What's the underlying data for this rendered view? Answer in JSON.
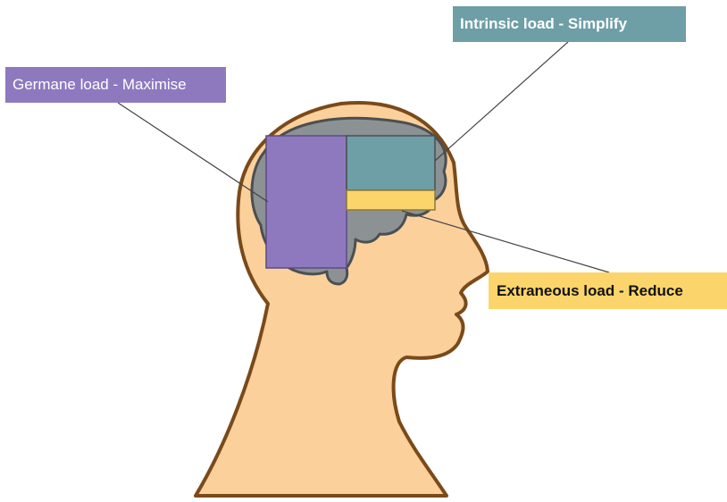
{
  "labels": {
    "germane": "Germane load - Maximise",
    "intrinsic": "Intrinsic load - Simplify",
    "extraneous": "Extraneous load - Reduce"
  },
  "colors": {
    "germane": "#8e79bf",
    "intrinsic": "#6e9ea6",
    "extraneous": "#fbd56c",
    "skin": "#fbd09b",
    "outline": "#7a4a1a",
    "brain": "#8c9194"
  }
}
